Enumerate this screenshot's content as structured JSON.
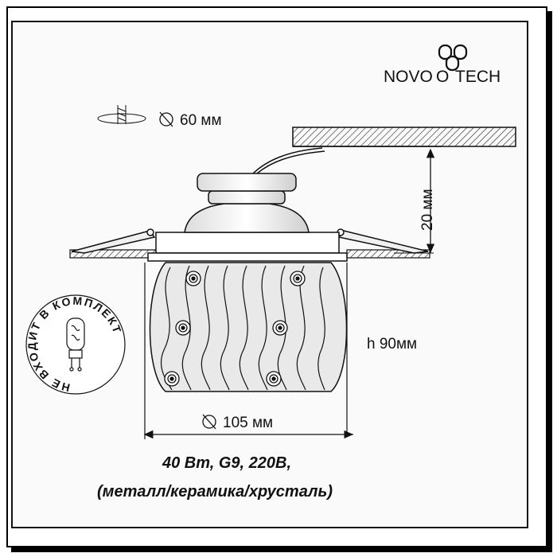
{
  "brand": {
    "logo_text_left": "NOVO",
    "logo_text_right": "TECH",
    "logo_mark": "O"
  },
  "cutout": {
    "icon": "cutout-hole-icon",
    "label": "60 мм"
  },
  "dimensions": {
    "depth": "20 мм",
    "height": "h 90мм",
    "diameter": "105 мм"
  },
  "bulb_note": {
    "text": "НЕ ВХОДИТ В КОМПЛЕКТ",
    "icon": "g9-bulb-icon"
  },
  "specs": {
    "line1": "40 Вт, G9, 220В,",
    "line2": "(металл/керамика/хрусталь)"
  }
}
